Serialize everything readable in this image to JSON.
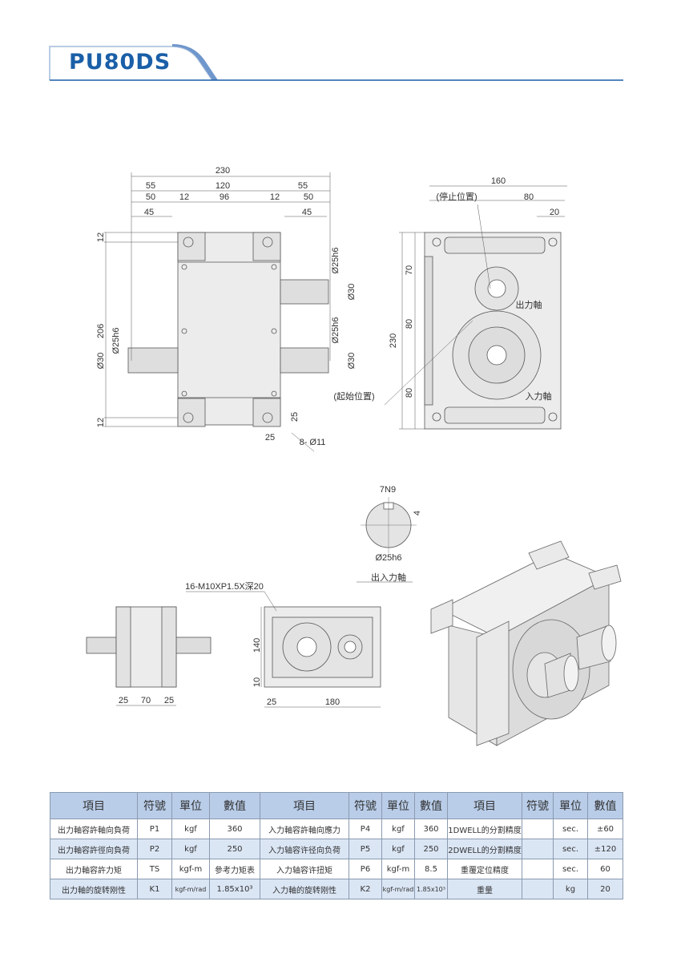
{
  "header": {
    "title": "PU80DS",
    "accent": "#1a5fa8"
  },
  "front_view": {
    "dims": {
      "overall": "230",
      "left_55": "55",
      "mid_120": "120",
      "right_55": "55",
      "left_50": "50",
      "left_12": "12",
      "mid_96": "96",
      "right_12": "12",
      "right_50": "50",
      "left_45": "45",
      "right_45": "45",
      "top_12": "12",
      "height_206": "206",
      "bottom_12": "12",
      "phi25h6_a": "Ø25h6",
      "phi30_a": "Ø30",
      "phi25h6_b": "Ø25h6",
      "phi30_b": "Ø30",
      "phi25h6_c": "Ø25h6",
      "phi30_c": "Ø30",
      "hole_25_v": "25",
      "hole_25_h": "25",
      "holes": "8- Ø11"
    }
  },
  "side_view": {
    "dims": {
      "width_160": "160",
      "stop_pos": "(停止位置)",
      "d80": "80",
      "d20": "20",
      "v70": "70",
      "v80a": "80",
      "v230": "230",
      "v80b": "80"
    },
    "output_shaft": "出力軸",
    "input_shaft": "入力軸",
    "start_pos": "(起始位置)"
  },
  "shaft_detail": {
    "keyway": "7N9",
    "depth": "4",
    "dia": "Ø25h6",
    "caption": "出入力軸"
  },
  "bottom_views": {
    "left": {
      "d1": "25",
      "d2": "70",
      "d3": "25"
    },
    "mid": {
      "thread": "16-M10XP1.5X深20",
      "v140": "140",
      "v10": "10",
      "h25": "25",
      "h180": "180"
    }
  },
  "spec_table": {
    "headers": [
      "項目",
      "符號",
      "單位",
      "數值",
      "項目",
      "符號",
      "單位",
      "數值",
      "項目",
      "符號",
      "單位",
      "數值"
    ],
    "rows": [
      [
        "出力軸容許軸向負荷",
        "P1",
        "kgf",
        "360",
        "入力軸容許軸向應力",
        "P4",
        "kgf",
        "360",
        "1DWELL的分割精度",
        "",
        "sec.",
        "±60"
      ],
      [
        "出力軸容許徑向負荷",
        "P2",
        "kgf",
        "250",
        "入力轴容许径向负荷",
        "P5",
        "kgf",
        "250",
        "2DWELL的分割精度",
        "",
        "sec.",
        "±120"
      ],
      [
        "出力軸容許力矩",
        "TS",
        "kgf-m",
        "參考力矩表",
        "入力轴容许扭矩",
        "P6",
        "kgf-m",
        "8.5",
        "重覆定位精度",
        "",
        "sec.",
        "60"
      ],
      [
        "出力軸的旋转刚性",
        "K1",
        "kgf-m/rad",
        "1.85x10³",
        "入力軸的旋转刚性",
        "K2",
        "kgf-m/rad",
        "1.85x10³",
        "重量",
        "",
        "kg",
        "20"
      ]
    ]
  }
}
